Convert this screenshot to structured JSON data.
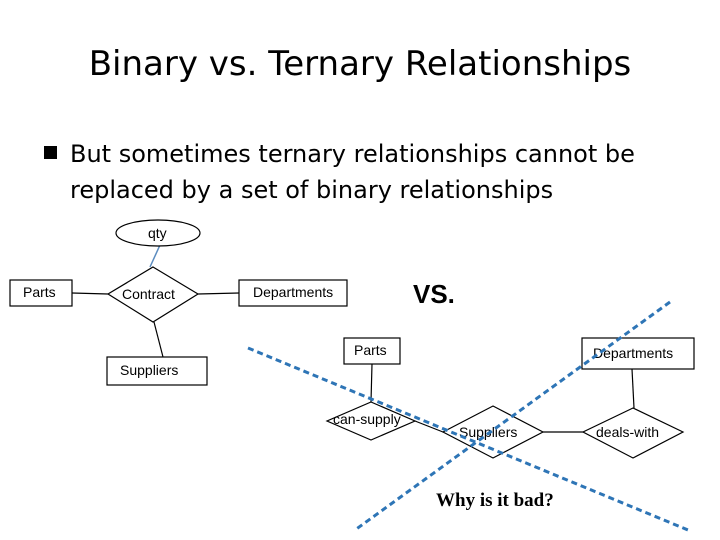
{
  "slide": {
    "title": "Binary vs. Ternary Relationships",
    "bullet": "But sometimes ternary relationships cannot be replaced by a set of binary relationships"
  },
  "ternary": {
    "attribute": "qty",
    "relationship": "Contract",
    "entities": {
      "parts": "Parts",
      "departments": "Departments",
      "suppliers": "Suppliers"
    }
  },
  "vs_label": "VS.",
  "binary": {
    "entities": {
      "parts": "Parts",
      "departments": "Departments",
      "suppliers": "Suppliers"
    },
    "relationships": {
      "can_supply": "can-supply",
      "deals_with": "deals-with"
    }
  },
  "question": "Why is it bad?",
  "colors": {
    "connector": "#5b8cc0",
    "cross": "#2e75b6",
    "stroke": "#000000"
  }
}
